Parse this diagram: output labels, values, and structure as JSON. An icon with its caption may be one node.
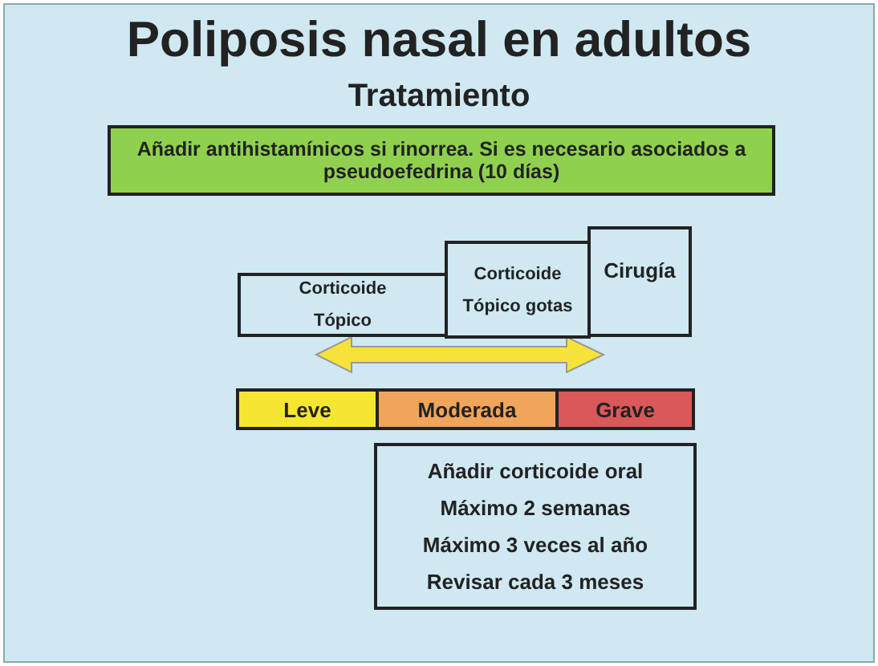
{
  "diagram": {
    "title": "Poliposis nasal en adultos",
    "nodes": [
      {
        "text": [
          "Añadir antihistamínicos si rinorrea. Si es necesario asociados a pseudoefedrina (10 días)"
        ]
      },
      {
        "text": [
          "Corticoide",
          "Tópico"
        ]
      },
      {
        "text": [
          "Corticoide",
          "Tópico gotas"
        ]
      },
      {
        "text": [
          "Cirugía"
        ]
      },
      {
        "text": [
          "Leve"
        ]
      },
      {
        "text": [
          "Moderada"
        ]
      },
      {
        "text": [
          "Grave"
        ]
      },
      {
        "text": [
          "Añadir corticoide oral",
          "Máximo 2 semanas",
          "Máximo 3 veces al año",
          "Revisar cada 3 meses"
        ]
      }
    ],
    "edges": [
      {
        "from": 1,
        "to": 3,
        "arrow": "both"
      }
    ],
    "labels": [
      "Tratamiento"
    ]
  }
}
